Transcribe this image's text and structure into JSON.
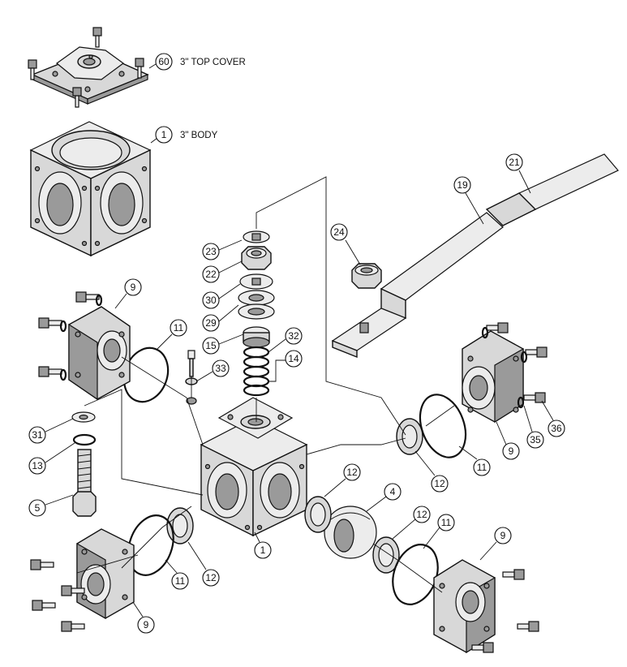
{
  "captions": {
    "top_cover": "3\"  TOP COVER",
    "body": "3\"  BODY"
  },
  "callouts": {
    "c60": "60",
    "c1a": "1",
    "c1b": "1",
    "c23": "23",
    "c22": "22",
    "c30": "30",
    "c29": "29",
    "c15": "15",
    "c32": "32",
    "c14": "14",
    "c33": "33",
    "c24": "24",
    "c19": "19",
    "c21": "21",
    "c9a": "9",
    "c9b": "9",
    "c9c": "9",
    "c9d": "9",
    "c11a": "11",
    "c11b": "11",
    "c11c": "11",
    "c11d": "11",
    "c12a": "12",
    "c12b": "12",
    "c12c": "12",
    "c12d": "12",
    "c31": "31",
    "c13": "13",
    "c5": "5",
    "c4": "4",
    "c35": "35",
    "c36": "36"
  }
}
